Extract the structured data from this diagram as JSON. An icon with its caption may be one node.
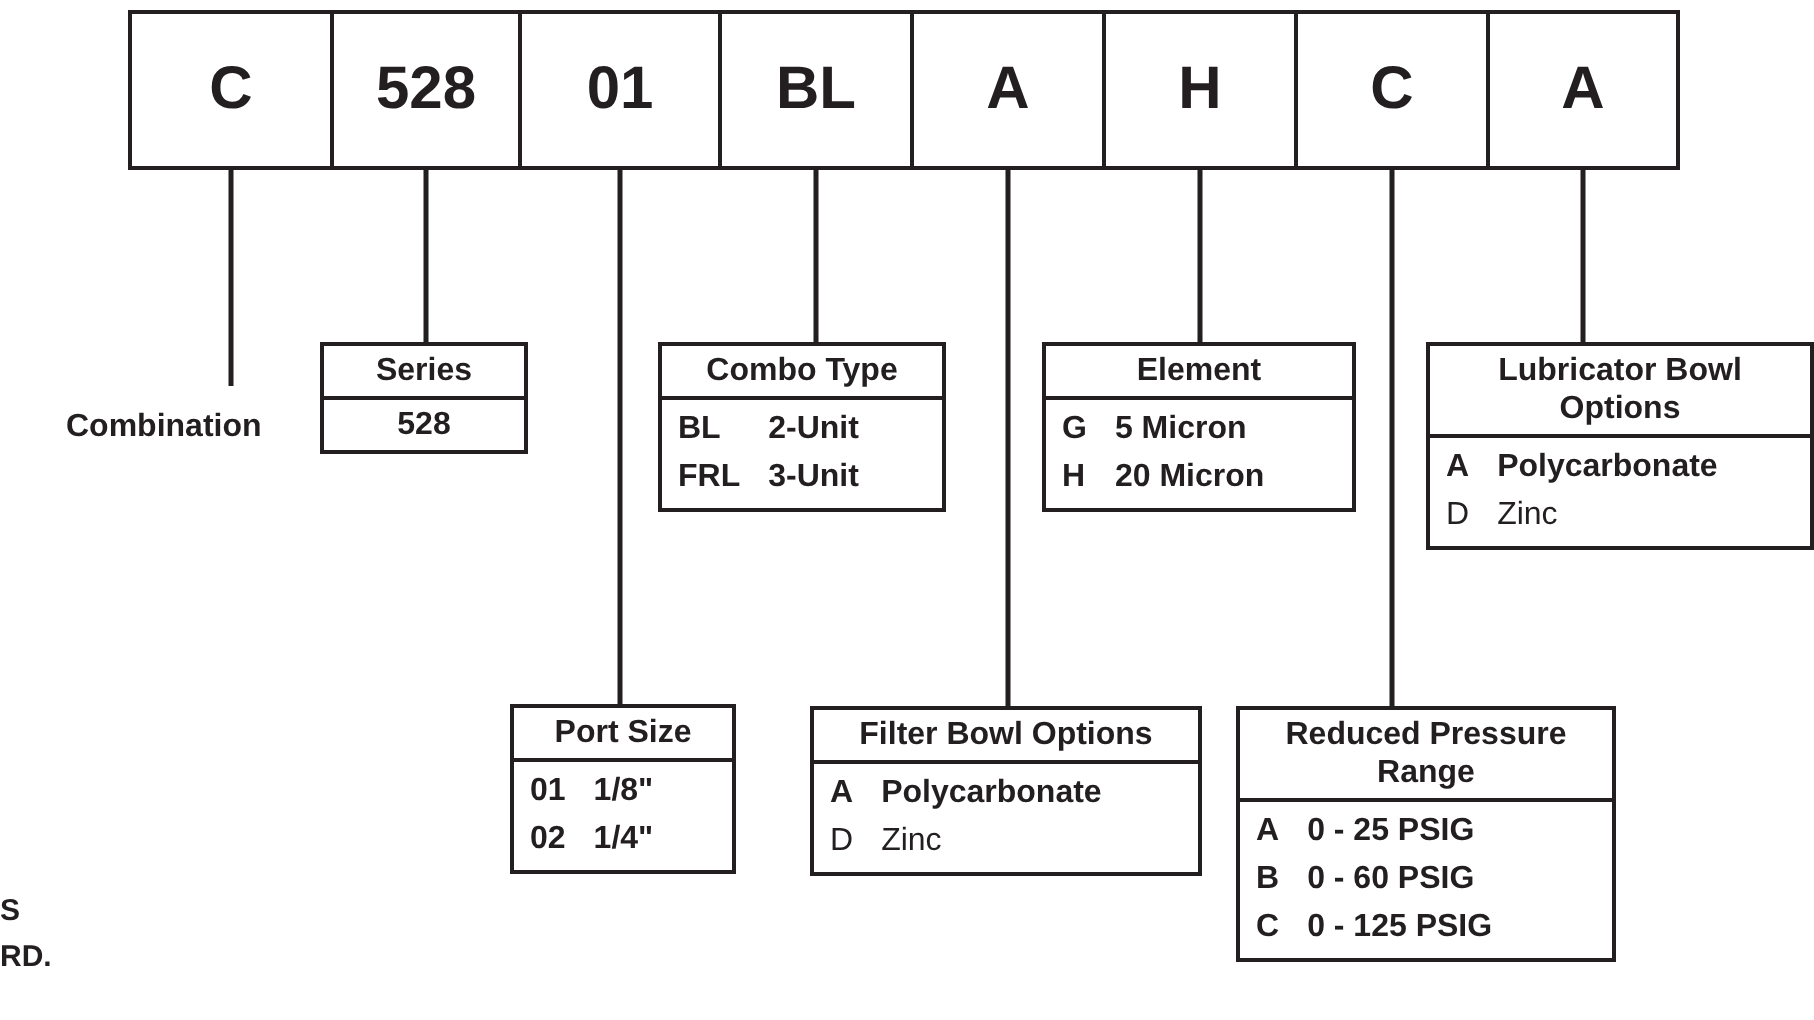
{
  "diagram": {
    "nodes": [
      {
        "text": [
          "C"
        ]
      },
      {
        "text": [
          "528"
        ]
      },
      {
        "text": [
          "01"
        ]
      },
      {
        "text": [
          "BL"
        ]
      },
      {
        "text": [
          "A"
        ]
      },
      {
        "text": [
          "H"
        ]
      },
      {
        "text": [
          "C"
        ]
      },
      {
        "text": [
          "A"
        ]
      },
      {
        "text": [
          "Combination"
        ]
      },
      {
        "text": [
          "Series",
          "528"
        ]
      },
      {
        "text": [
          "Combo Type",
          "BL",
          "2-Unit",
          "FRL",
          "3-Unit"
        ]
      },
      {
        "text": [
          "Element",
          "G",
          "5 Micron",
          "H",
          "20 Micron"
        ]
      },
      {
        "text": [
          "Lubricator Bowl Options",
          "A",
          "Polycarbonate",
          "D",
          "Zinc"
        ]
      },
      {
        "text": [
          "Port Size",
          "01",
          "1/8\"",
          "02",
          "1/4\""
        ]
      },
      {
        "text": [
          "Filter Bowl Options",
          "A",
          "Polycarbonate",
          "D",
          "Zinc"
        ]
      },
      {
        "text": [
          "Reduced Pressure Range",
          "A",
          "0 - 25 PSIG",
          "B",
          "0 - 60 PSIG",
          "C",
          "0 - 125 PSIG"
        ]
      }
    ],
    "edges": [
      {
        "from": 0,
        "to": 8,
        "arrow": "none"
      },
      {
        "from": 1,
        "to": 9,
        "arrow": "none"
      },
      {
        "from": 2,
        "to": 13,
        "arrow": "none"
      },
      {
        "from": 3,
        "to": 10,
        "arrow": "none"
      },
      {
        "from": 4,
        "to": 14,
        "arrow": "none"
      },
      {
        "from": 5,
        "to": 11,
        "arrow": "none"
      },
      {
        "from": 6,
        "to": 15,
        "arrow": "none"
      },
      {
        "from": 7,
        "to": 12,
        "arrow": "none"
      }
    ],
    "labels": [
      "S",
      "RD."
    ]
  }
}
